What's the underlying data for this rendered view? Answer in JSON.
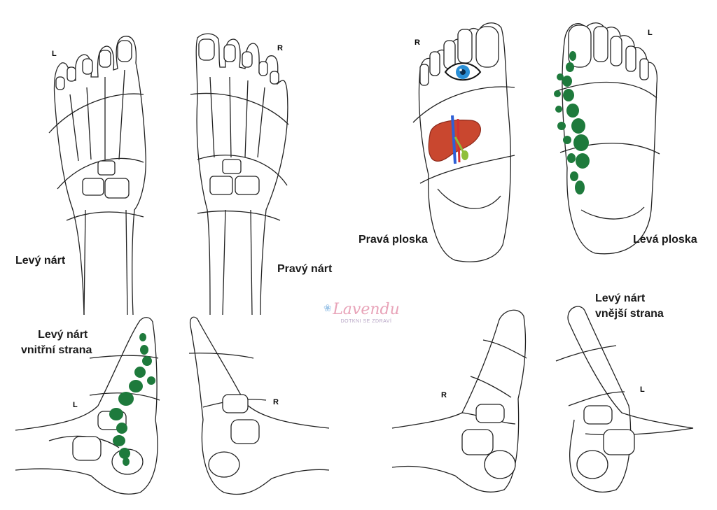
{
  "labels": {
    "left_dorsum": "Levý nárt",
    "right_dorsum": "Pravý nárt",
    "right_sole": "Pravá ploska",
    "left_sole": "Levá ploska",
    "left_inner_line1": "Levý nárt",
    "left_inner_line2": "vnitřní strana",
    "left_outer_line1": "Levý nárt",
    "left_outer_line2": "vnější strana"
  },
  "side_marks": {
    "left": "L",
    "right": "R"
  },
  "logo": {
    "name": "Lavendu",
    "tagline": "DOTKNI SE ZDRAVÍ"
  },
  "colors": {
    "zone_green": "#1e7a3c",
    "liver_red": "#c9472f",
    "eye_blue": "#2a8fd6",
    "logo_pink": "#e8a3b8"
  },
  "icons": [
    "eye-icon",
    "liver-icon",
    "spine-zone"
  ]
}
